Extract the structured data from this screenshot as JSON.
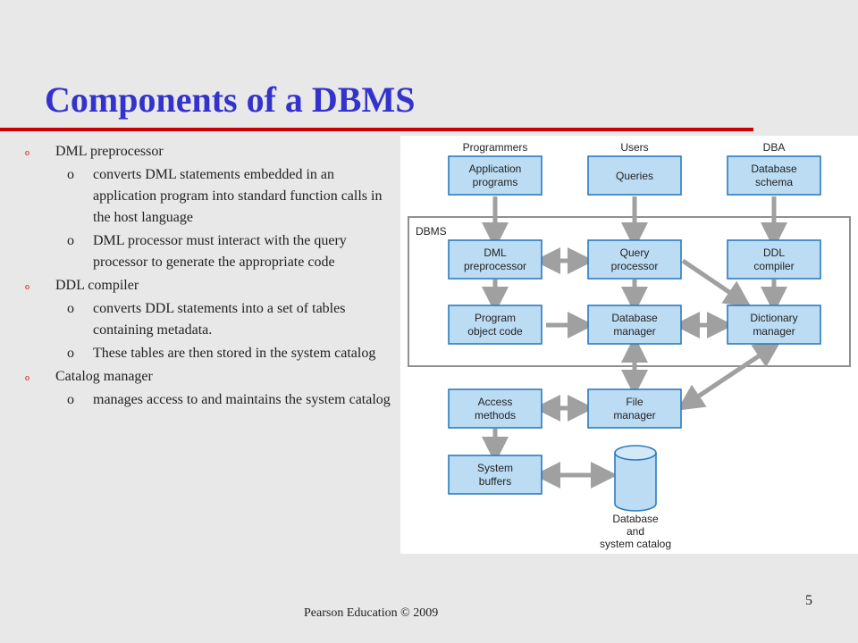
{
  "slide": {
    "title": "Components of a DBMS",
    "footer": "Pearson Education © 2009",
    "page_number": "5",
    "accent_color": "#3333cc",
    "rule_color": "#cc0000"
  },
  "bullets": [
    {
      "text": "DML preprocessor",
      "subs": [
        "converts DML statements embedded in an application program into standard function calls in the host language",
        "DML  processor must interact with the query processor to generate the appropriate code"
      ]
    },
    {
      "text": "DDL compiler",
      "subs": [
        "converts DDL statements into a set of tables containing metadata.",
        "These tables are then stored in the system catalog"
      ]
    },
    {
      "text": "Catalog manager",
      "subs": [
        "manages access to and maintains the system catalog"
      ]
    }
  ],
  "diagram": {
    "headers": {
      "programmers": "Programmers",
      "users": "Users",
      "dba": "DBA"
    },
    "dbms_label": "DBMS",
    "boxes": {
      "app_programs": [
        "Application",
        "programs"
      ],
      "queries": [
        "Queries"
      ],
      "db_schema": [
        "Database",
        "schema"
      ],
      "dml_preprocessor": [
        "DML",
        "preprocessor"
      ],
      "query_processor": [
        "Query",
        "processor"
      ],
      "ddl_compiler": [
        "DDL",
        "compiler"
      ],
      "program_object_code": [
        "Program",
        "object code"
      ],
      "database_manager": [
        "Database",
        "manager"
      ],
      "dictionary_manager": [
        "Dictionary",
        "manager"
      ],
      "access_methods": [
        "Access",
        "methods"
      ],
      "file_manager": [
        "File",
        "manager"
      ],
      "system_buffers": [
        "System",
        "buffers"
      ]
    },
    "database_label": [
      "Database",
      "and",
      "system catalog"
    ],
    "colors": {
      "box_fill": "#bcdcf4",
      "box_stroke": "#2b7bbf",
      "arrow": "#a0a0a0"
    }
  }
}
